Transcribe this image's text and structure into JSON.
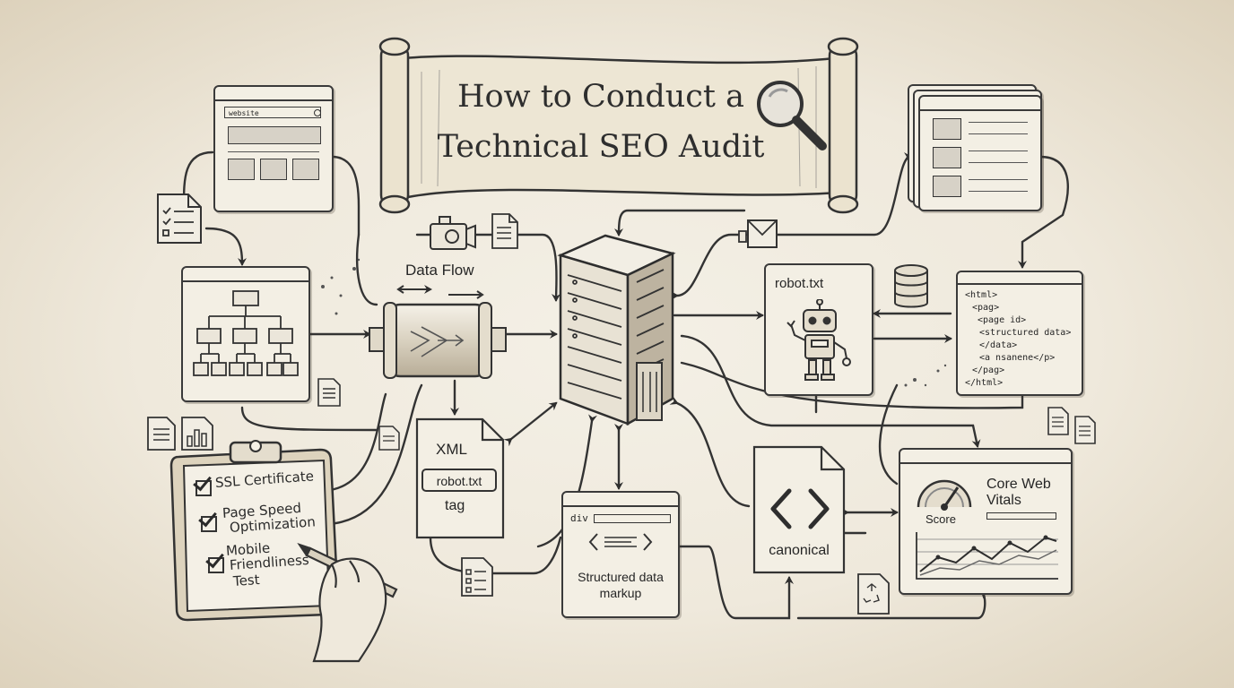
{
  "title": {
    "line1": "How to Conduct a",
    "line2": "Technical SEO Audit"
  },
  "browser_top_left": {
    "address_text": "website"
  },
  "data_flow": {
    "label": "Data Flow"
  },
  "robots_card": {
    "label": "robot.txt"
  },
  "html_code": {
    "lines": [
      "<html>",
      "<pag>",
      "<page id>",
      "<structured data>",
      "</data>",
      "<a nsanene</p>",
      "</pag>",
      "</html>"
    ]
  },
  "xml_doc": {
    "label_top": "XML",
    "label_box": "robot.txt",
    "label_bottom": "tag"
  },
  "structured_data": {
    "tag": "div",
    "label_line1": "Structured data",
    "label_line2": "markup"
  },
  "canonical": {
    "label": "canonical"
  },
  "core_web_vitals": {
    "title_line1": "Core Web",
    "title_line2": "Vitals",
    "score_label": "Score"
  },
  "checklist": {
    "items": [
      {
        "line1": "SSL Certificate",
        "line2": "",
        "line3": ""
      },
      {
        "line1": "Page Speed",
        "line2": "Optimization",
        "line3": ""
      },
      {
        "line1": "Mobile",
        "line2": "Friendliness",
        "line3": "Test"
      }
    ]
  },
  "colors": {
    "ink": "#2b2b2b",
    "paper": "#efe9dc",
    "card": "#f3efe4"
  },
  "icons": [
    "magnifier-icon",
    "server-icon",
    "robot-icon",
    "database-icon",
    "email-icon",
    "camera-icon",
    "gauge-icon",
    "code-brackets-icon",
    "clipboard-icon",
    "hand-pen-icon",
    "sitemap-icon",
    "document-icon",
    "bar-chart-icon",
    "checkbox-icon",
    "recycle-icon"
  ]
}
